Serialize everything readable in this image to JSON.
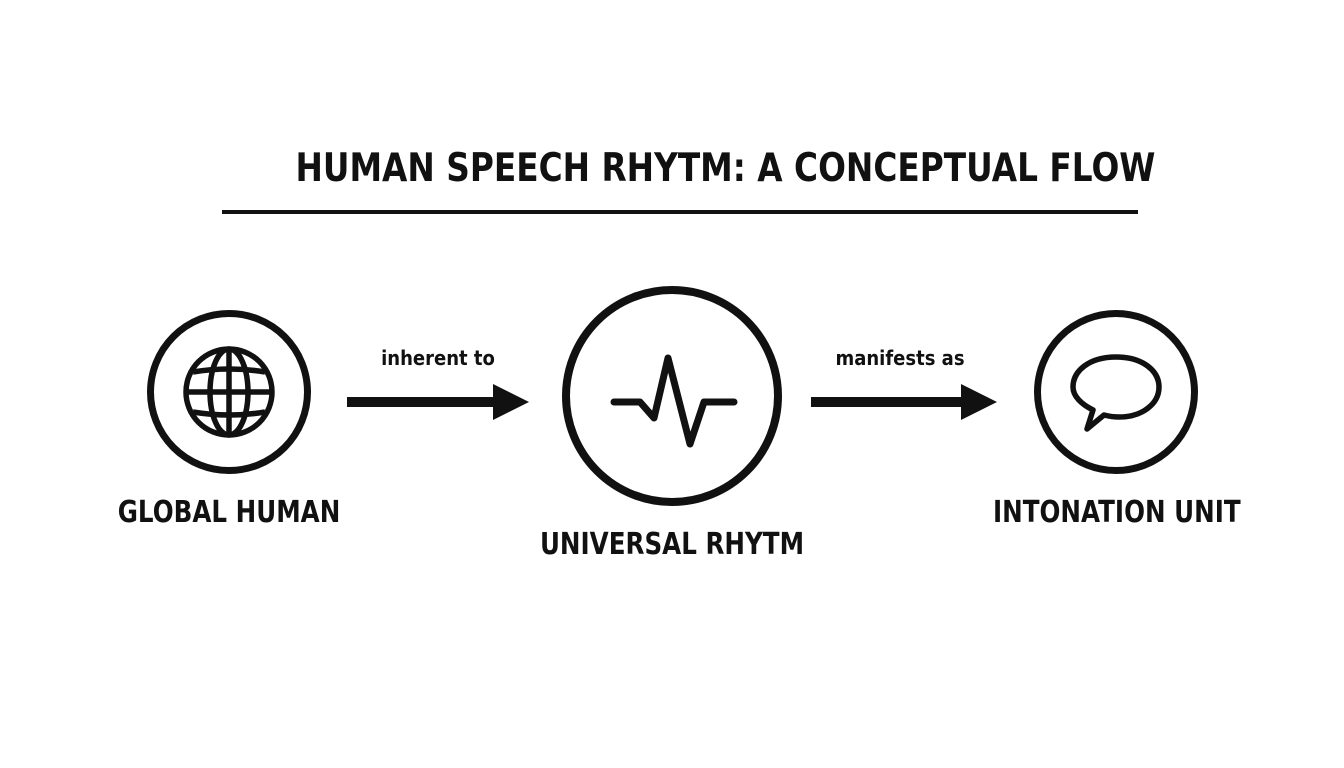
{
  "diagram": {
    "title": "HUMAN SPEECH RHYTM: A CONCEPTUAL FLOW",
    "nodes": [
      {
        "label": "GLOBAL HUMAN",
        "icon": "globe-icon"
      },
      {
        "label": "UNIVERSAL RHYTM",
        "icon": "heartbeat-waveform-icon"
      },
      {
        "label": "INTONATION UNIT",
        "icon": "speech-bubble-icon"
      }
    ],
    "edges": [
      {
        "label": "inherent to",
        "from": 0,
        "to": 1
      },
      {
        "label": "manifests as",
        "from": 1,
        "to": 2
      }
    ],
    "colors": {
      "ink": "#111111",
      "background": "#ffffff"
    }
  }
}
